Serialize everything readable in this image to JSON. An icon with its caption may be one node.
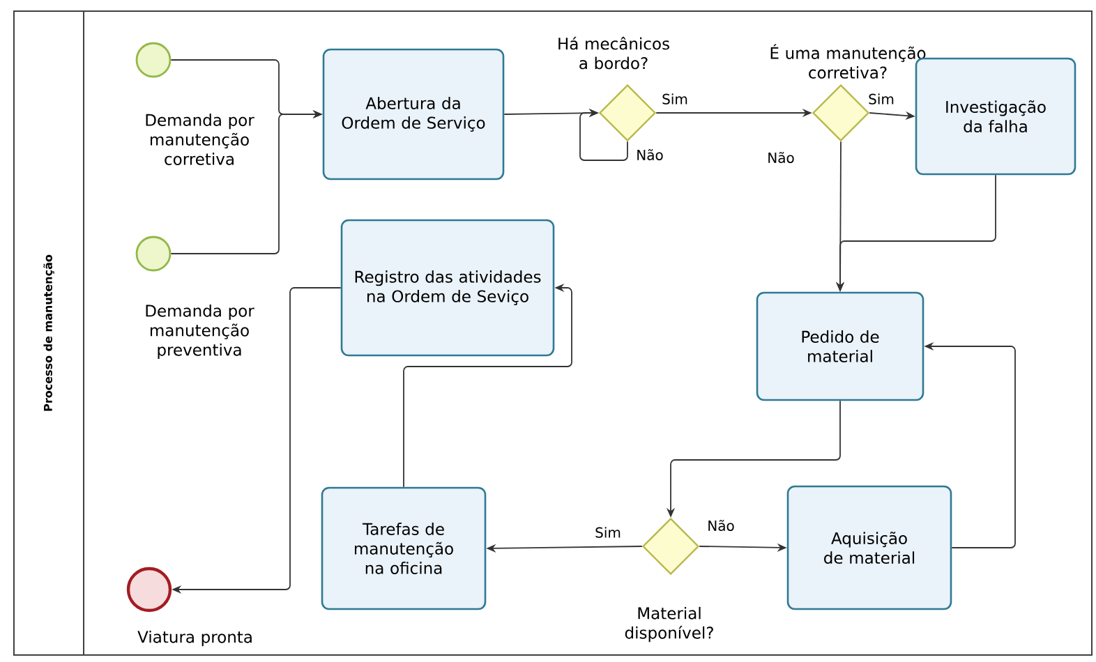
{
  "diagram": {
    "nodes": [
      {
        "text": [
          "Processo de manutenção"
        ]
      },
      {
        "text": [
          "Demanda por manutenção corretiva"
        ],
        "in": 0
      },
      {
        "text": [
          "Demanda por manutenção preventiva"
        ],
        "in": 0
      },
      {
        "text": [
          "Abertura da Ordem de Serviço"
        ],
        "in": 0
      },
      {
        "text": [
          "Há mecânicos a bordo?"
        ],
        "in": 0
      },
      {
        "text": [
          "É uma manutenção corretiva?"
        ],
        "in": 0
      },
      {
        "text": [
          "Investigação da falha"
        ],
        "in": 0
      },
      {
        "text": [
          "Registro das atividades na Ordem de Seviço"
        ],
        "in": 0
      },
      {
        "text": [
          "Pedido de material"
        ],
        "in": 0
      },
      {
        "text": [
          "Material disponível?"
        ],
        "in": 0
      },
      {
        "text": [
          "Tarefas de manutenção na oficina"
        ],
        "in": 0
      },
      {
        "text": [
          "Aquisição de material"
        ],
        "in": 0
      },
      {
        "text": [
          "Viatura pronta"
        ],
        "in": 0
      }
    ],
    "edges": [
      {
        "from": 1,
        "to": 3,
        "arrow": "to"
      },
      {
        "from": 2,
        "to": 3,
        "arrow": "to"
      },
      {
        "from": 3,
        "to": 4,
        "arrow": "to"
      },
      {
        "from": 4,
        "to": 4,
        "arrow": "to",
        "label": "Não"
      },
      {
        "from": 4,
        "to": 5,
        "arrow": "to",
        "label": "Sim"
      },
      {
        "from": 5,
        "to": 6,
        "arrow": "to",
        "label": "Sim"
      },
      {
        "from": 5,
        "to": 8,
        "arrow": "to",
        "label": "Não"
      },
      {
        "from": 6,
        "to": 8,
        "arrow": "to"
      },
      {
        "from": 8,
        "to": 9,
        "arrow": "to"
      },
      {
        "from": 9,
        "to": 10,
        "arrow": "to",
        "label": "Sim"
      },
      {
        "from": 9,
        "to": 11,
        "arrow": "to",
        "label": "Não"
      },
      {
        "from": 11,
        "to": 8,
        "arrow": "to"
      },
      {
        "from": 10,
        "to": 7,
        "arrow": "to"
      },
      {
        "from": 7,
        "to": 12,
        "arrow": "to"
      }
    ]
  }
}
